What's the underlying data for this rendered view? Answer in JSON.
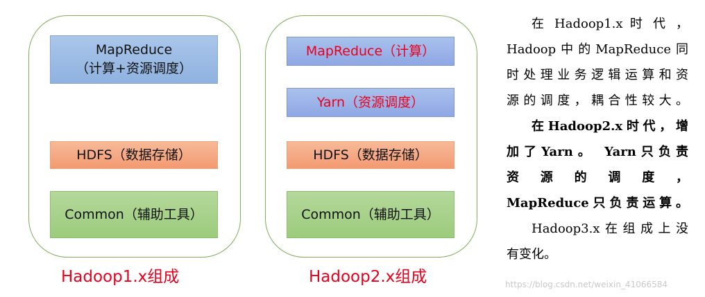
{
  "hadoop1": {
    "mapreduce_line1": "MapReduce",
    "mapreduce_line2": "（计算+资源调度）",
    "hdfs": "HDFS（数据存储）",
    "common": "Common（辅助工具）",
    "caption": "Hadoop1.x组成"
  },
  "hadoop2": {
    "mapreduce": "MapReduce（计算）",
    "yarn": "Yarn（资源调度）",
    "hdfs": "HDFS（数据存储）",
    "common": "Common（辅助工具）",
    "caption": "Hadoop2.x组成"
  },
  "description": {
    "line1": "在 Hadoop1.x 时 代 ，",
    "line2": "Hadoop中的MapReduce同",
    "line3": "时处理业务逻辑运算和资",
    "line4": "源的调度，耦合性较大。",
    "line5": "在Hadoop2.x时代，增",
    "line6": "加了Yarn。 Yarn只负责",
    "line7": "资 源 的 调 度 ，",
    "line8": "MapReduce只负责运算。",
    "line9": "Hadoop3.x在组成上没",
    "line10": "有变化。"
  },
  "watermark": "https://blog.csdn.net/weixin_41066584",
  "colors": {
    "panel_border": "#7fae5a",
    "caption_red": "#e8001c",
    "mapreduce_blue": "#9dbbe5",
    "hdfs_orange": "#f5a882",
    "common_green": "#a8d28a"
  }
}
